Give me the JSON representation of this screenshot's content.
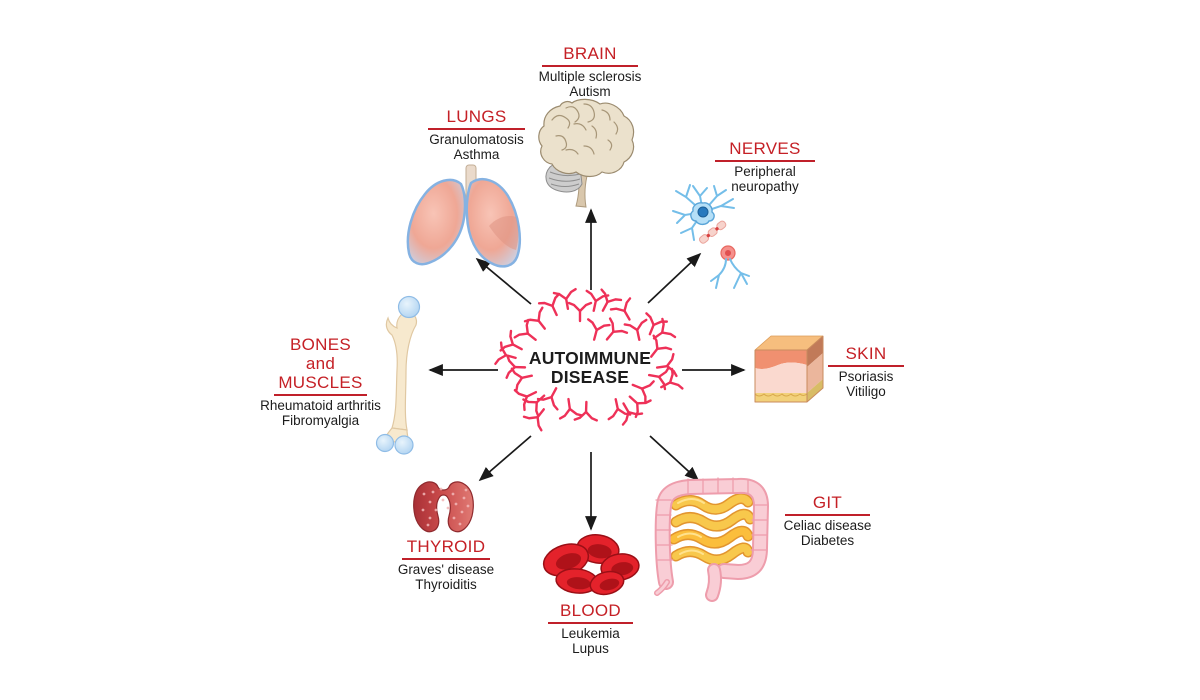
{
  "center": {
    "title": "AUTOIMMUNE DISEASE"
  },
  "colors": {
    "background": "#FFFFFF",
    "heading_red": "#C52026",
    "underline_red": "#C0202A",
    "text_black": "#1C1C1C",
    "antibody_pink": "#EE3158",
    "arrow_black": "#1A1A1A"
  },
  "nodes": [
    {
      "id": "brain",
      "label": "BRAIN",
      "diseases": [
        "Multiple sclerosis",
        "Autism"
      ]
    },
    {
      "id": "lungs",
      "label": "LUNGS",
      "diseases": [
        "Granulomatosis",
        "Asthma"
      ]
    },
    {
      "id": "nerves",
      "label": "NERVES",
      "diseases": [
        "Peripheral neuropathy"
      ]
    },
    {
      "id": "skin",
      "label": "SKIN",
      "diseases": [
        "Psoriasis",
        "Vitiligo"
      ]
    },
    {
      "id": "bones",
      "label": "BONES and MUSCLES",
      "diseases": [
        "Rheumatoid arthritis",
        "Fibromyalgia"
      ]
    },
    {
      "id": "git",
      "label": "GIT",
      "diseases": [
        "Celiac disease",
        "Diabetes"
      ]
    },
    {
      "id": "thyroid",
      "label": "THYROID",
      "diseases": [
        "Graves' disease",
        "Thyroiditis"
      ]
    },
    {
      "id": "blood",
      "label": "BLOOD",
      "diseases": [
        "Leukemia",
        "Lupus"
      ]
    }
  ]
}
